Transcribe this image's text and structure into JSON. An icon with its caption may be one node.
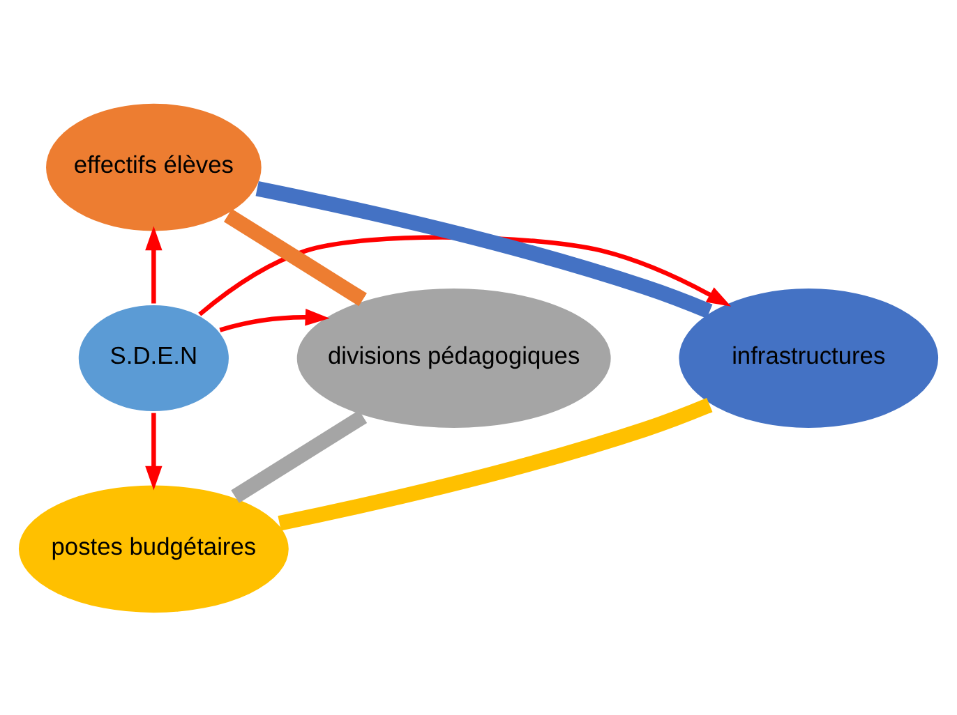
{
  "diagram": {
    "nodes": [
      {
        "text": [
          "S.D.E.N"
        ]
      },
      {
        "text": [
          "effectifs élèves"
        ]
      },
      {
        "text": [
          "infrastructures"
        ]
      },
      {
        "text": [
          "divisions pédagogiques"
        ]
      },
      {
        "text": [
          "postes budgétaires"
        ]
      }
    ],
    "edges": [
      {
        "from": 0,
        "to": 1,
        "arrow": "to",
        "color": "#ff0000"
      },
      {
        "from": 0,
        "to": 2,
        "arrow": "to",
        "color": "#ff0000"
      },
      {
        "from": 0,
        "to": 3,
        "arrow": "to",
        "color": "#ff0000"
      },
      {
        "from": 0,
        "to": 4,
        "arrow": "to",
        "color": "#ff0000"
      },
      {
        "from": 1,
        "to": 3,
        "arrow": "none",
        "style": "thick",
        "color": "#ed7d31"
      },
      {
        "from": 3,
        "to": 4,
        "arrow": "none",
        "style": "thick",
        "color": "#a5a5a5"
      },
      {
        "from": 4,
        "to": 2,
        "arrow": "none",
        "style": "thick",
        "color": "#ffc000"
      },
      {
        "from": 2,
        "to": 1,
        "arrow": "none",
        "style": "thick",
        "color": "#4472c4"
      }
    ]
  }
}
